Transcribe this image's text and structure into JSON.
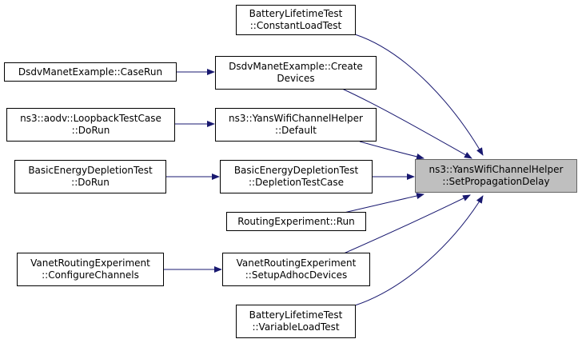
{
  "colors": {
    "edge": "#191970",
    "focus_fill": "#bfbfbf",
    "focus_border": "#666666",
    "node_border": "#000000"
  },
  "nodes": {
    "focus": {
      "line1": "ns3::YansWifiChannelHelper",
      "line2": "::SetPropagationDelay"
    },
    "battery_constant": {
      "line1": "BatteryLifetimeTest",
      "line2": "::ConstantLoadTest"
    },
    "dsdv_create": {
      "line1": "DsdvManetExample::Create",
      "line2": "Devices"
    },
    "dsdv_caserun": {
      "line1": "DsdvManetExample::CaseRun"
    },
    "yans_default": {
      "line1": "ns3::YansWifiChannelHelper",
      "line2": "::Default"
    },
    "aodv_loopback": {
      "line1": "ns3::aodv::LoopbackTestCase",
      "line2": "::DoRun"
    },
    "depletion_testcase": {
      "line1": "BasicEnergyDepletionTest",
      "line2": "::DepletionTestCase"
    },
    "depletion_dorun": {
      "line1": "BasicEnergyDepletionTest",
      "line2": "::DoRun"
    },
    "routing_run": {
      "line1": "RoutingExperiment::Run"
    },
    "vanet_setup": {
      "line1": "VanetRoutingExperiment",
      "line2": "::SetupAdhocDevices"
    },
    "vanet_configure": {
      "line1": "VanetRoutingExperiment",
      "line2": "::ConfigureChannels"
    },
    "battery_variable": {
      "line1": "BatteryLifetimeTest",
      "line2": "::VariableLoadTest"
    }
  }
}
